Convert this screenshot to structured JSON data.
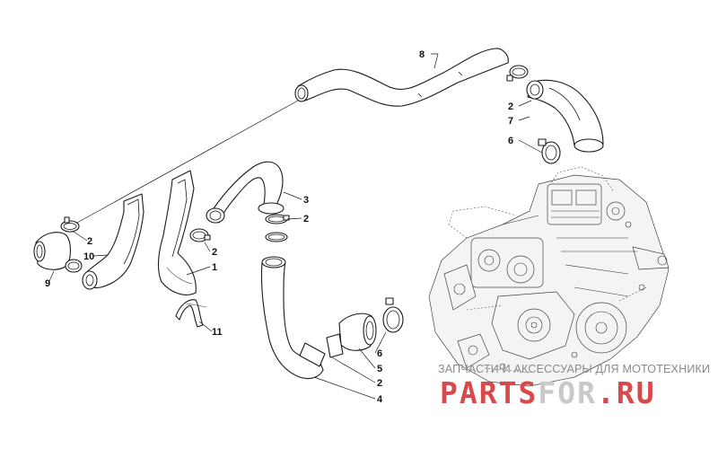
{
  "callouts": [
    "8",
    "2",
    "7",
    "6",
    "3",
    "2",
    "2",
    "10",
    "2",
    "1",
    "9",
    "11",
    "6",
    "5",
    "2",
    "4"
  ],
  "watermark": {
    "caption": "ЗАПЧАСТИ И АКСЕССУАРЫ ДЛЯ МОТОТЕХНИКИ",
    "logo_part_a": "PARTS",
    "logo_part_b": "FOR",
    "logo_part_c": ".RU"
  },
  "colors": {
    "line": "#1a1a1a",
    "watermark_red": "#d84a4a",
    "watermark_gray": "#c9c9c9"
  }
}
